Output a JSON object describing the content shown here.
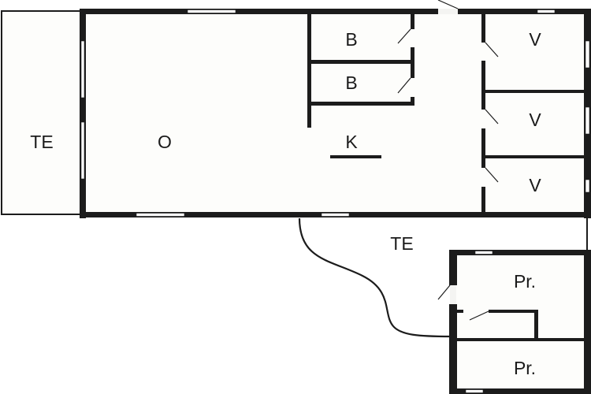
{
  "plan": {
    "colors": {
      "wall": "#1c1c1c",
      "background": "#ffffff",
      "floor": "#fdfdfb"
    },
    "rooms": [
      {
        "id": "terrace-west",
        "label": "TE"
      },
      {
        "id": "living",
        "label": "O"
      },
      {
        "id": "kitchen",
        "label": "K"
      },
      {
        "id": "bath-1",
        "label": "B"
      },
      {
        "id": "bath-2",
        "label": "B"
      },
      {
        "id": "bedroom-1",
        "label": "V"
      },
      {
        "id": "bedroom-2",
        "label": "V"
      },
      {
        "id": "bedroom-3",
        "label": "V"
      },
      {
        "id": "terrace-south",
        "label": "TE"
      },
      {
        "id": "storage-1",
        "label": "Pr."
      },
      {
        "id": "storage-2",
        "label": "Pr."
      }
    ]
  }
}
